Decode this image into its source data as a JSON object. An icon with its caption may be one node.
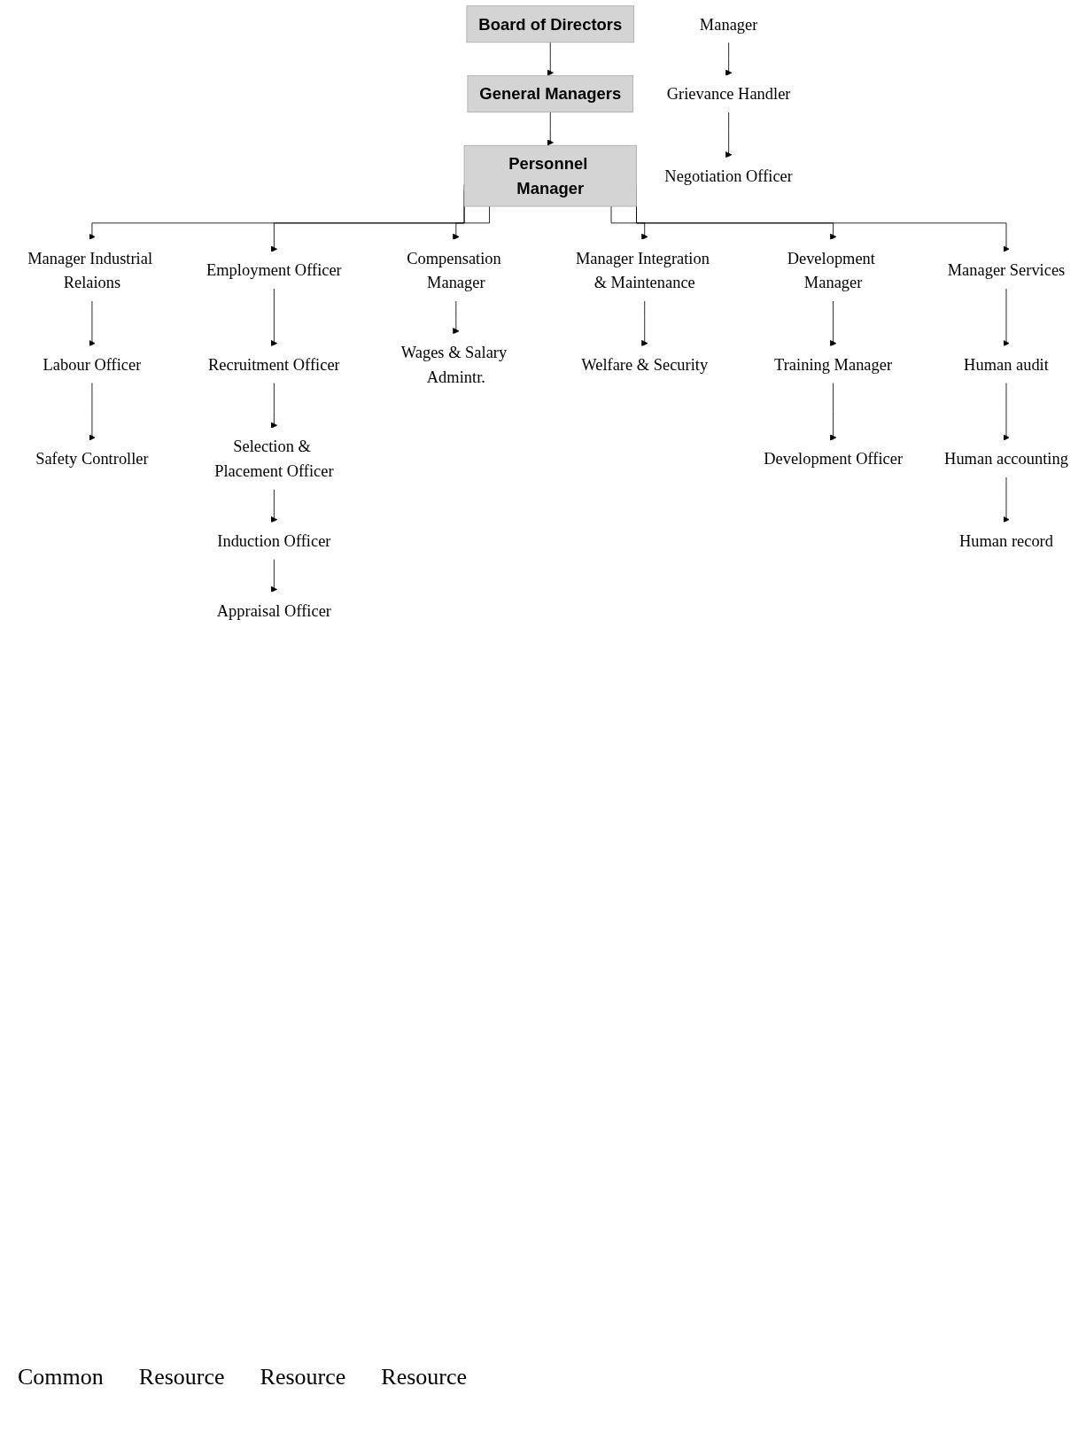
{
  "diagram": {
    "nodes": [
      {
        "text": [
          "Board of Directors"
        ]
      },
      {
        "text": [
          "General Managers"
        ]
      },
      {
        "text": [
          "Personnel Manager"
        ]
      },
      {
        "text": [
          "Employment Officer"
        ]
      },
      {
        "text": [
          "Development Manager"
        ]
      },
      {
        "text": [
          "Compensation Manager"
        ]
      },
      {
        "text": [
          "Manager Integration & Maintenance"
        ]
      },
      {
        "text": [
          "Manager Industrial Relaions"
        ]
      },
      {
        "text": [
          "Manager Services"
        ]
      },
      {
        "text": [
          "Recruitment Officer"
        ]
      },
      {
        "text": [
          "Training Manager"
        ]
      },
      {
        "text": [
          "Wages & Salary Admintr."
        ]
      },
      {
        "text": [
          "Welfare & Security"
        ]
      },
      {
        "text": [
          "Labour Officer"
        ]
      },
      {
        "text": [
          "Manager"
        ]
      },
      {
        "text": [
          "Safety Controller"
        ]
      },
      {
        "text": [
          "Human audit"
        ]
      },
      {
        "text": [
          "Selection & Placement Officer"
        ]
      },
      {
        "text": [
          "Development Officer"
        ]
      },
      {
        "text": [
          "Grievance Handler"
        ]
      },
      {
        "text": [
          "Induction Officer"
        ]
      },
      {
        "text": [
          "Human accounting"
        ]
      },
      {
        "text": [
          "Negotiation Officer"
        ]
      },
      {
        "text": [
          "Appraisal Officer"
        ]
      },
      {
        "text": [
          "Human record"
        ]
      }
    ],
    "edges": [
      {
        "from": 0,
        "to": 1,
        "arrow": "to"
      },
      {
        "from": 1,
        "to": 2,
        "arrow": "to"
      },
      {
        "from": 2,
        "to": 3,
        "arrow": "to"
      },
      {
        "from": 2,
        "to": 4,
        "arrow": "to"
      },
      {
        "from": 2,
        "to": 5,
        "arrow": "to"
      },
      {
        "from": 2,
        "to": 6,
        "arrow": "to"
      },
      {
        "from": 2,
        "to": 7,
        "arrow": "to"
      },
      {
        "from": 2,
        "to": 8,
        "arrow": "to"
      },
      {
        "from": 3,
        "to": 9,
        "arrow": "to"
      },
      {
        "from": 4,
        "to": 10,
        "arrow": "to"
      },
      {
        "from": 5,
        "to": 11,
        "arrow": "to"
      },
      {
        "from": 6,
        "to": 12,
        "arrow": "to"
      },
      {
        "from": 7,
        "to": 13,
        "arrow": "to"
      },
      {
        "from": 9,
        "to": 17,
        "arrow": "to"
      },
      {
        "from": 10,
        "to": 18,
        "arrow": "to"
      },
      {
        "from": 13,
        "to": 15,
        "arrow": "to"
      },
      {
        "from": 8,
        "to": 16,
        "arrow": "to"
      },
      {
        "from": 14,
        "to": 19,
        "arrow": "to"
      },
      {
        "from": 17,
        "to": 20,
        "arrow": "to"
      },
      {
        "from": 16,
        "to": 21,
        "arrow": "to"
      },
      {
        "from": 19,
        "to": 22,
        "arrow": "to"
      },
      {
        "from": 20,
        "to": 23,
        "arrow": "to"
      },
      {
        "from": 21,
        "to": 24,
        "arrow": "to"
      }
    ],
    "labels": [
      "Common",
      "Resource",
      "Resource",
      "Resource"
    ]
  }
}
